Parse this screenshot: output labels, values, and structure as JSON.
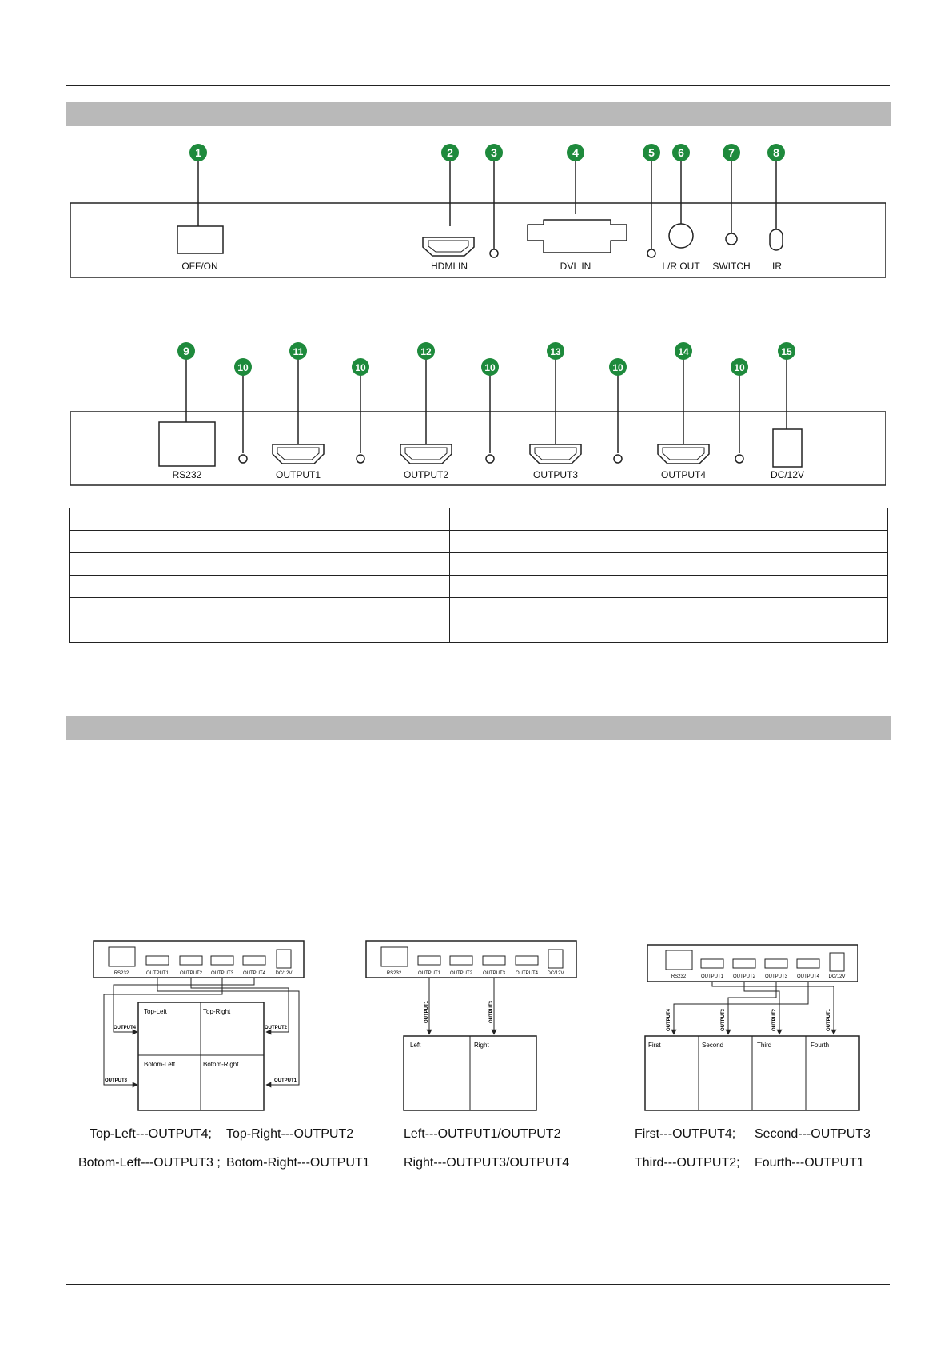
{
  "front_panel": {
    "callouts": [
      "1",
      "2",
      "3",
      "4",
      "5",
      "6",
      "7",
      "8"
    ],
    "labels": {
      "power": "OFF/ON",
      "hdmi_in": "HDMI IN",
      "dvi_in": "DVI  IN",
      "lr_out": "L/R OUT",
      "switch": "SWITCH",
      "ir": "IR"
    }
  },
  "rear_panel": {
    "callouts": [
      "9",
      "10",
      "11",
      "10",
      "12",
      "10",
      "13",
      "10",
      "14",
      "10",
      "15"
    ],
    "labels": {
      "rs232": "RS232",
      "output1": "OUTPUT1",
      "output2": "OUTPUT2",
      "output3": "OUTPUT3",
      "output4": "OUTPUT4",
      "dc": "DC/12V"
    }
  },
  "spec_table": {
    "rows": [
      [
        "",
        ""
      ],
      [
        "",
        ""
      ],
      [
        "",
        ""
      ],
      [
        "",
        ""
      ],
      [
        "",
        ""
      ],
      [
        "",
        ""
      ]
    ]
  },
  "diagrams": {
    "mini_labels": {
      "rs232": "RS232",
      "output1": "OUTPUT1",
      "output2": "OUTPUT2",
      "output3": "OUTPUT3",
      "output4": "OUTPUT4",
      "dc": "DC/12V"
    },
    "quad": {
      "cells": [
        "Top-Left",
        "Top-Right",
        "Botom-Left",
        "Botom-Right"
      ],
      "arrows": [
        "OUTPUT4",
        "OUTPUT2",
        "OUTPUT3",
        "OUTPUT1"
      ],
      "captions": [
        "Top-Left---OUTPUT4;",
        "Top-Right---OUTPUT2",
        "Botom-Left---OUTPUT3 ;",
        "Botom-Right---OUTPUT1"
      ]
    },
    "split2": {
      "cells": [
        "Left",
        "Right"
      ],
      "arrows": [
        "OUTPUT1",
        "OUTPUT3"
      ],
      "captions": [
        "Left---OUTPUT1/OUTPUT2",
        "Right---OUTPUT3/OUTPUT4"
      ]
    },
    "split4": {
      "cells": [
        "First",
        "Second",
        "Third",
        "Fourth"
      ],
      "arrows": [
        "OUTPUT4",
        "OUTPUT3",
        "OUTPUT2",
        "OUTPUT1"
      ],
      "captions": [
        "First---OUTPUT4;",
        "Second---OUTPUT3",
        "Third---OUTPUT2;",
        "Fourth---OUTPUT1"
      ]
    }
  },
  "colors": {
    "callout_green": "#1e8a3c",
    "section_bar": "#b9b9b9"
  }
}
